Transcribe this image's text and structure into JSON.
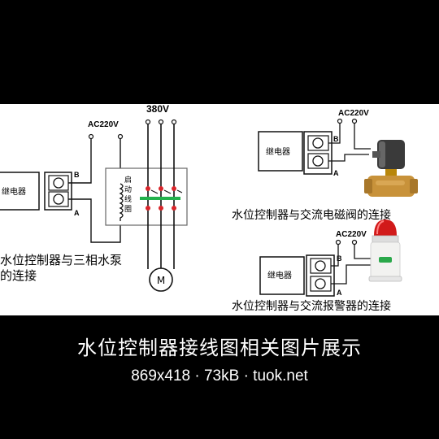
{
  "diagram": {
    "left": {
      "supply_label": "AC220V",
      "three_phase_label": "380V",
      "relay_label": "继电器",
      "terminal_b": "B",
      "terminal_a": "A",
      "coil_label": "启动线圈",
      "motor_label": "M",
      "caption_line1": "水位控制器与三相水泵",
      "caption_line2": "的连接"
    },
    "top_right": {
      "supply_label": "AC220V",
      "relay_label": "继电器",
      "terminal_b": "B",
      "terminal_a": "A",
      "caption": "水位控制器与交流电磁阀的连接"
    },
    "bottom_right": {
      "supply_label": "AC220V",
      "relay_label": "继电器",
      "terminal_b": "B",
      "terminal_a": "A",
      "caption": "水位控制器与交流报警器的连接"
    }
  },
  "footer": {
    "title": "水位控制器接线图相关图片展示",
    "meta": "869x418 · 73kB · tuok.net"
  },
  "colors": {
    "contact_red": "#d9262b",
    "contact_green": "#22b24c",
    "wire": "#111111"
  }
}
